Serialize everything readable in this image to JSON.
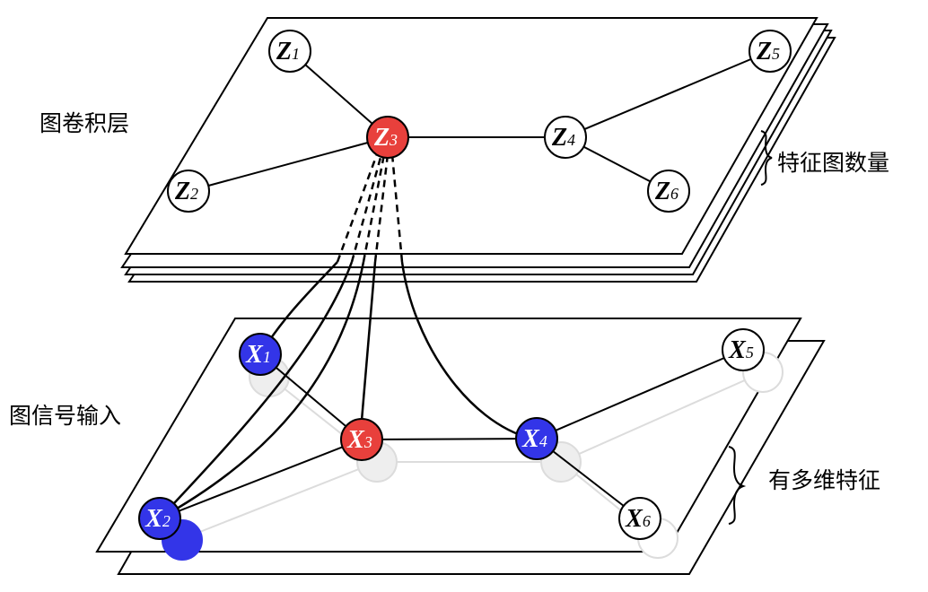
{
  "labels": {
    "conv_layer": "图卷积层",
    "feature_maps": "特征图数量",
    "graph_input": "图信号输入",
    "multi_features": "有多维特征"
  },
  "top_nodes": [
    {
      "id": "Z1",
      "letter": "Z",
      "sub": "1",
      "state": "white"
    },
    {
      "id": "Z2",
      "letter": "Z",
      "sub": "2",
      "state": "white"
    },
    {
      "id": "Z3",
      "letter": "Z",
      "sub": "3",
      "state": "red"
    },
    {
      "id": "Z4",
      "letter": "Z",
      "sub": "4",
      "state": "white"
    },
    {
      "id": "Z5",
      "letter": "Z",
      "sub": "5",
      "state": "white"
    },
    {
      "id": "Z6",
      "letter": "Z",
      "sub": "6",
      "state": "white"
    }
  ],
  "bottom_nodes": [
    {
      "id": "X1",
      "letter": "X",
      "sub": "1",
      "state": "blue"
    },
    {
      "id": "X2",
      "letter": "X",
      "sub": "2",
      "state": "blue"
    },
    {
      "id": "X3",
      "letter": "X",
      "sub": "3",
      "state": "red"
    },
    {
      "id": "X4",
      "letter": "X",
      "sub": "4",
      "state": "blue"
    },
    {
      "id": "X5",
      "letter": "X",
      "sub": "5",
      "state": "white"
    },
    {
      "id": "X6",
      "letter": "X",
      "sub": "6",
      "state": "white"
    }
  ],
  "edges": [
    [
      "1",
      "3"
    ],
    [
      "2",
      "3"
    ],
    [
      "3",
      "4"
    ],
    [
      "4",
      "5"
    ],
    [
      "4",
      "6"
    ]
  ],
  "colors": {
    "red": "#e8403c",
    "blue": "#3335e8",
    "white": "#ffffff",
    "stroke": "#000000",
    "ghost": "#d6d6d6"
  }
}
